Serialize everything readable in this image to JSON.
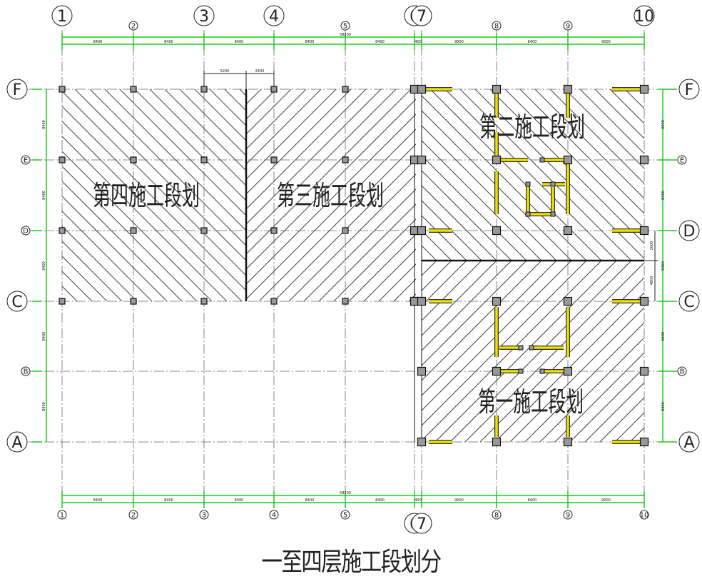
{
  "title": "一至四层施工段划分",
  "zones": [
    {
      "id": "zone4",
      "label": "第四施工段划"
    },
    {
      "id": "zone3",
      "label": "第三施工段划"
    },
    {
      "id": "zone2",
      "label": "第二施工段划"
    },
    {
      "id": "zone1",
      "label": "第一施工段划"
    }
  ],
  "columns_top": [
    {
      "label": "1",
      "big": true
    },
    {
      "label": "2",
      "big": false
    },
    {
      "label": "3",
      "big": true
    },
    {
      "label": "4",
      "big": true
    },
    {
      "label": "5",
      "big": false
    },
    {
      "label": "6",
      "big": true
    },
    {
      "label": "7",
      "big": true
    },
    {
      "label": "8",
      "big": false
    },
    {
      "label": "9",
      "big": false
    },
    {
      "label": "10",
      "big": true
    }
  ],
  "columns_bottom": [
    {
      "label": "1",
      "big": false
    },
    {
      "label": "2",
      "big": false
    },
    {
      "label": "3",
      "big": false
    },
    {
      "label": "4",
      "big": false
    },
    {
      "label": "5",
      "big": false
    },
    {
      "label": "6",
      "big": true
    },
    {
      "label": "7",
      "big": true
    },
    {
      "label": "8",
      "big": false
    },
    {
      "label": "9",
      "big": false
    },
    {
      "label": "10",
      "big": false
    }
  ],
  "rows": [
    {
      "label": "F",
      "big": true
    },
    {
      "label": "E",
      "big": false
    },
    {
      "label": "D",
      "big": false,
      "big_right": true
    },
    {
      "label": "C",
      "big": true
    },
    {
      "label": "B",
      "big": false
    },
    {
      "label": "A",
      "big": true
    }
  ],
  "dims_top_total": "58200",
  "dims_top": [
    "8400",
    "8400",
    "8400",
    "8400",
    "8400",
    "400",
    "9000",
    "8400",
    "9000"
  ],
  "dims_bottom_total": "58200",
  "dims_bottom": [
    "8400",
    "8400",
    "8400",
    "8400",
    "8400",
    "400",
    "9000",
    "8400",
    "9000"
  ],
  "dims_upper": [
    "5200",
    "2400"
  ],
  "dims_left": [
    "8400",
    "8400",
    "8400",
    "8400",
    "8400"
  ],
  "dims_right": [
    "8400",
    "8400",
    "8400",
    "8400",
    "8400"
  ],
  "dims_right_split": [
    "2000",
    "4800"
  ],
  "colors": {
    "grid": "#1ec81e",
    "line": "#222222",
    "yellow": "#f0e000",
    "column": "#999999"
  }
}
